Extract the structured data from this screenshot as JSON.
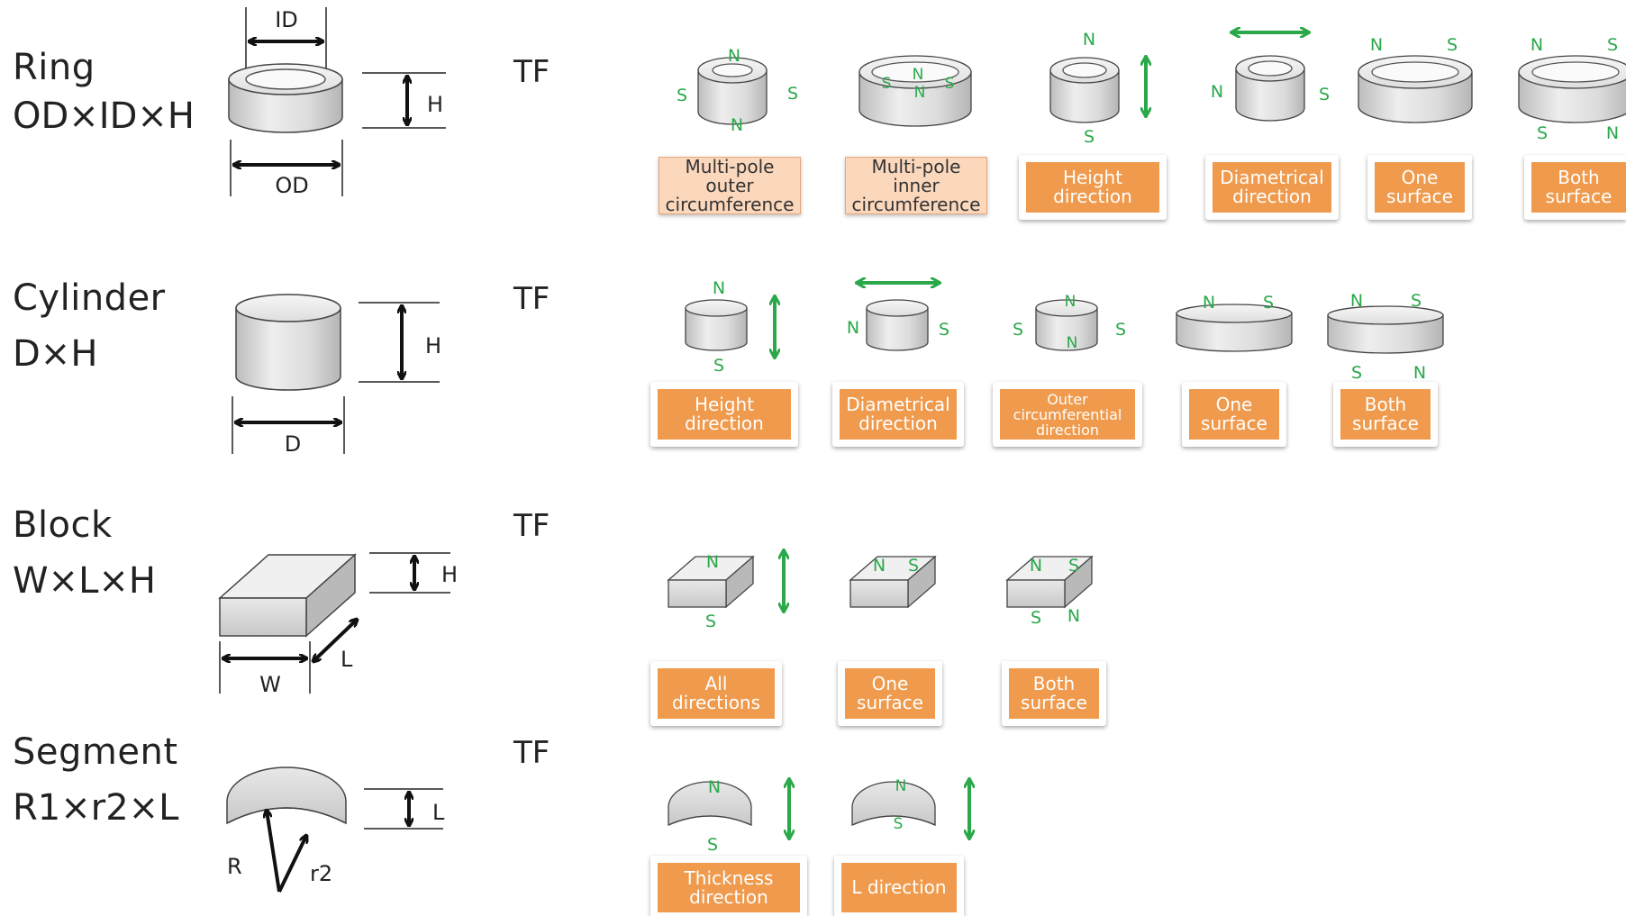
{
  "colors": {
    "accent_orange": "#ef9a4c",
    "light_orange": "#fbd7bc",
    "pole_green": "#2aa84a"
  },
  "rows": [
    {
      "name": "Ring",
      "dims": "OD×ID×H",
      "grade": "TF",
      "dim_labels": {
        "a": "ID",
        "b": "H",
        "c": "OD"
      },
      "options": [
        {
          "label": "Multi-pole outer circumference",
          "line1": "Multi-pole outer",
          "line2": "circumference"
        },
        {
          "label": "Multi-pole inner circumference",
          "line1": "Multi-pole inner",
          "line2": "circumference"
        },
        {
          "label": "Height direction",
          "line1": "Height",
          "line2": "direction"
        },
        {
          "label": "Diametrical direction",
          "line1": "Diametrical",
          "line2": "direction"
        },
        {
          "label": "One surface",
          "line1": "One",
          "line2": "surface"
        },
        {
          "label": "Both surface",
          "line1": "Both",
          "line2": "surface"
        }
      ]
    },
    {
      "name": "Cylinder",
      "dims": "D×H",
      "grade": "TF",
      "dim_labels": {
        "b": "H",
        "c": "D"
      },
      "options": [
        {
          "line1": "Height",
          "line2": "direction"
        },
        {
          "line1": "Diametrical",
          "line2": "direction"
        },
        {
          "line1": "Outer",
          "line2": "circumferential",
          "line3": "direction"
        },
        {
          "line1": "One",
          "line2": "surface"
        },
        {
          "line1": "Both",
          "line2": "surface"
        }
      ]
    },
    {
      "name": "Block",
      "dims": "W×L×H",
      "grade": "TF",
      "dim_labels": {
        "a": "W",
        "b": "L",
        "c": "H"
      },
      "options": [
        {
          "line1": "All",
          "line2": "directions"
        },
        {
          "line1": "One",
          "line2": "surface"
        },
        {
          "line1": "Both",
          "line2": "surface"
        }
      ]
    },
    {
      "name": "Segment",
      "dims": "R1×r2×L",
      "grade": "TF",
      "dim_labels": {
        "a": "R",
        "b": "r2",
        "c": "L"
      },
      "options": [
        {
          "line1": "Thickness",
          "line2": "direction"
        },
        {
          "line1": "L direction"
        }
      ]
    }
  ],
  "poles": {
    "n": "N",
    "s": "S"
  }
}
